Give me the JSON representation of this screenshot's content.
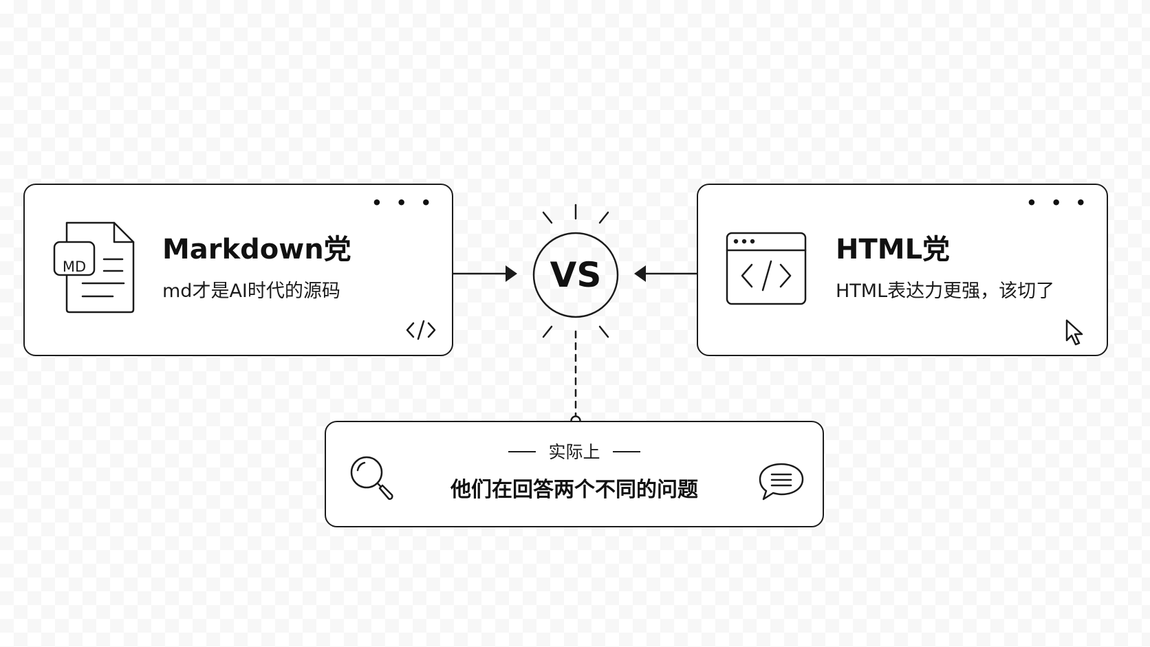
{
  "left_card": {
    "badge": "MD",
    "title": "Markdown党",
    "subtitle": "md才是AI时代的源码",
    "more_label": "• • •",
    "icons": [
      "markdown-file-icon",
      "code-brackets-icon",
      "more-dots-icon"
    ]
  },
  "center": {
    "vs_label": "VS"
  },
  "right_card": {
    "title": "HTML党",
    "subtitle": "HTML表达力更强，该切了",
    "more_label": "• • •",
    "icons": [
      "browser-code-icon",
      "mouse-pointer-icon",
      "more-dots-icon"
    ]
  },
  "bottom_card": {
    "kicker": "实际上",
    "main": "他们在回答两个不同的问题",
    "icons": [
      "magnifier-icon",
      "speech-bubble-icon"
    ]
  },
  "colors": {
    "stroke": "#1b1b1b",
    "text": "#111111",
    "card_background": "#ffffff"
  }
}
